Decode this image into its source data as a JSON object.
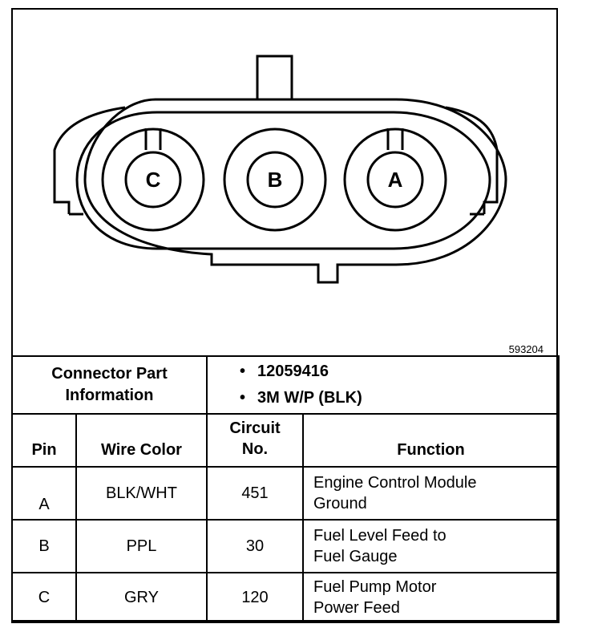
{
  "figure_id": "593204",
  "connector": {
    "pin_labels": [
      "C",
      "B",
      "A"
    ]
  },
  "part_info": {
    "label_line1": "Connector Part",
    "label_line2": "Information",
    "items": [
      "12059416",
      "3M W/P (BLK)"
    ],
    "bullet": "•"
  },
  "table": {
    "headers": {
      "pin": "Pin",
      "wire_color": "Wire Color",
      "circuit_line1": "Circuit",
      "circuit_line2": "No.",
      "function": "Function"
    },
    "rows": [
      {
        "pin": "A",
        "wire_color": "BLK/WHT",
        "circuit": "451",
        "function_line1": "Engine Control Module",
        "function_line2": "Ground"
      },
      {
        "pin": "B",
        "wire_color": "PPL",
        "circuit": "30",
        "function_line1": "Fuel Level Feed to",
        "function_line2": "Fuel Gauge"
      },
      {
        "pin": "C",
        "wire_color": "GRY",
        "circuit": "120",
        "function_line1": "Fuel Pump Motor",
        "function_line2": "Power Feed"
      }
    ]
  }
}
